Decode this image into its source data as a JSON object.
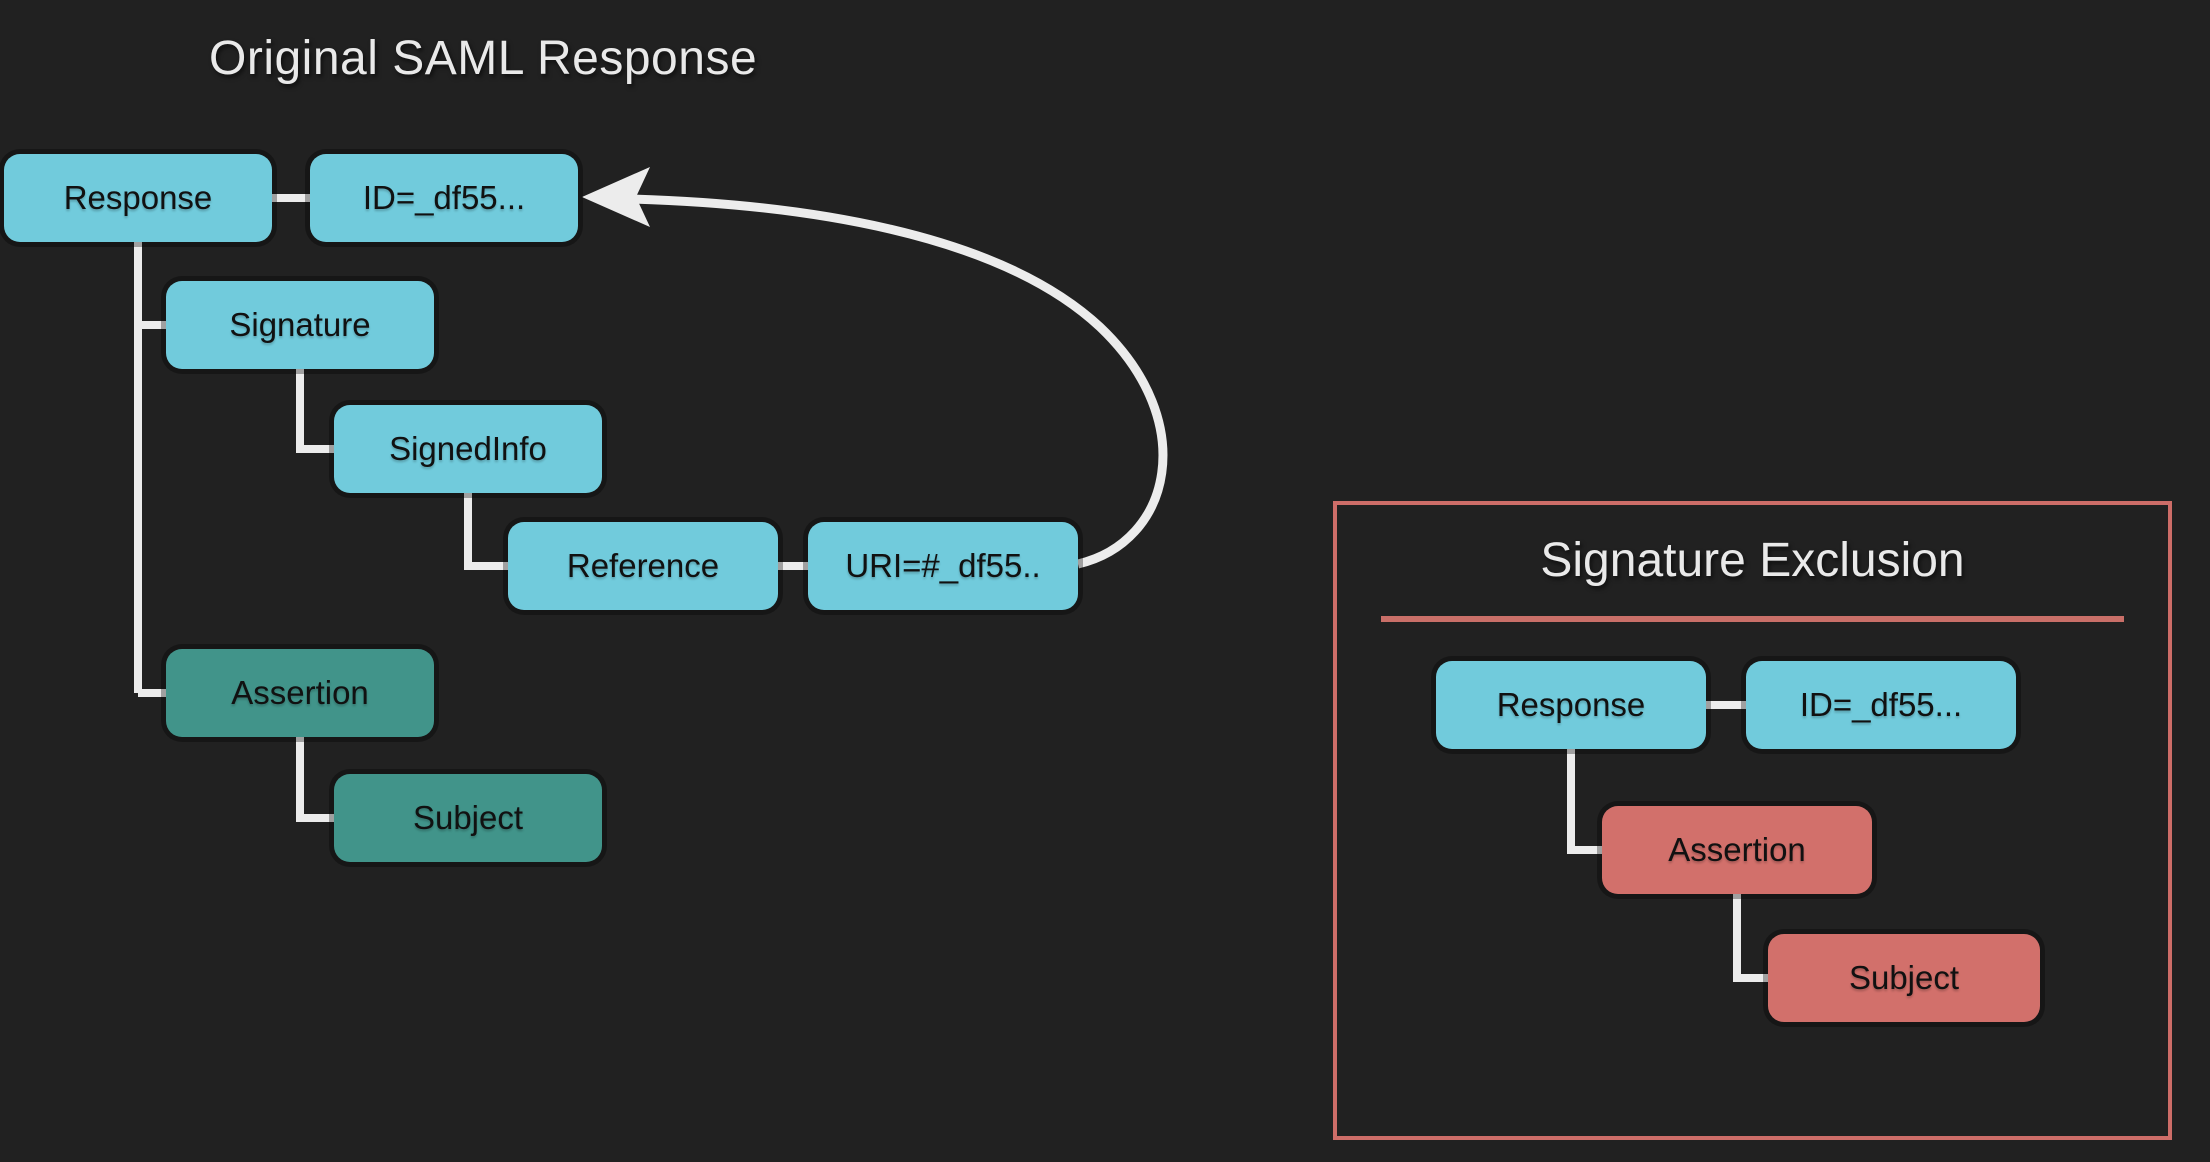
{
  "left": {
    "title": "Original SAML Response",
    "nodes": {
      "response": "Response",
      "id_attr": "ID=_df55...",
      "signature": "Signature",
      "signedinfo": "SignedInfo",
      "reference": "Reference",
      "uri_attr": "URI=#_df55..",
      "assertion": "Assertion",
      "subject": "Subject"
    }
  },
  "right": {
    "title": "Signature Exclusion",
    "nodes": {
      "response": "Response",
      "id_attr": "ID=_df55...",
      "assertion": "Assertion",
      "subject": "Subject"
    }
  },
  "colors": {
    "background": "#212121",
    "node_cyan": "#71cbdc",
    "node_teal": "#41948a",
    "node_salmon": "#d2706b",
    "panel_border": "#cd6d68",
    "connector": "#ececec",
    "node_text": "#111111",
    "title_text": "#e9e9e9"
  }
}
